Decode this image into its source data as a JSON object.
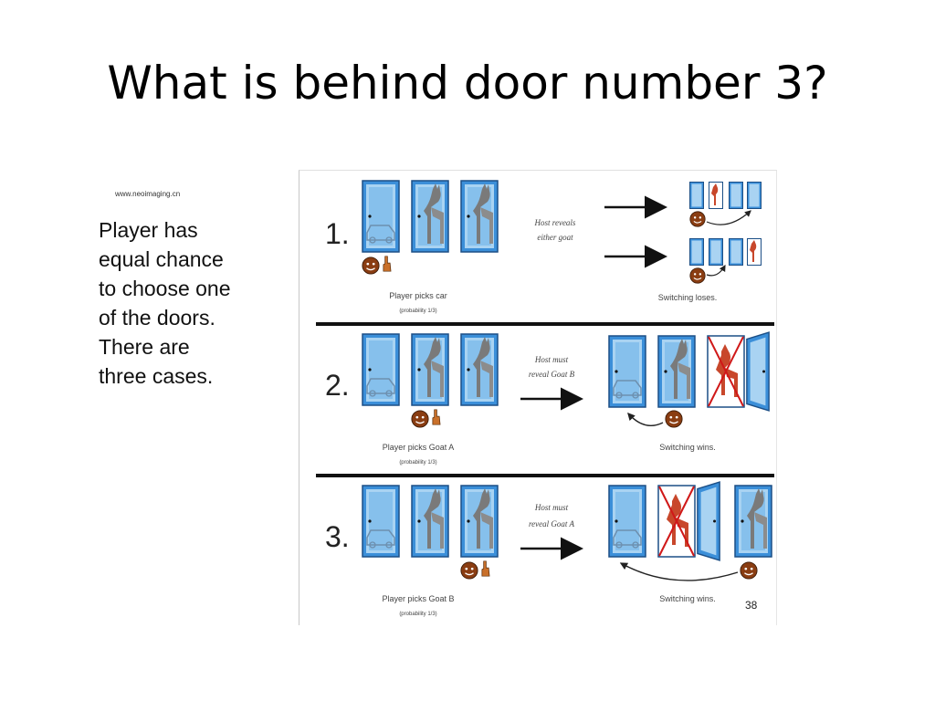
{
  "slide": {
    "title": "What is behind door number 3?"
  },
  "sidebar": {
    "source": "www.neoimaging.cn",
    "lines": [
      "Player has",
      "equal chance",
      "to choose one",
      "of the doors.",
      "There are",
      "three cases."
    ]
  },
  "figure": {
    "page_number": "38",
    "cases": [
      {
        "number": "1.",
        "pick_label": "Player picks car",
        "probability": "(probability 1/3)",
        "host_line1": "Host reveals",
        "host_line2": "either goat",
        "result": "Switching loses."
      },
      {
        "number": "2.",
        "pick_label": "Player picks Goat A",
        "probability": "(probability 1/3)",
        "host_line1": "Host must",
        "host_line2": "reveal Goat B",
        "result": "Switching wins."
      },
      {
        "number": "3.",
        "pick_label": "Player picks Goat B",
        "probability": "(probability 1/3)",
        "host_line1": "Host must",
        "host_line2": "reveal Goat A",
        "result": "Switching wins."
      }
    ],
    "colors": {
      "door": "#3b8fd9",
      "door_light": "#a9d3f2",
      "goat": "#7a7a7a",
      "revealed_goat": "#c8472b",
      "cross": "#d01818",
      "face": "#8a3d12"
    }
  }
}
